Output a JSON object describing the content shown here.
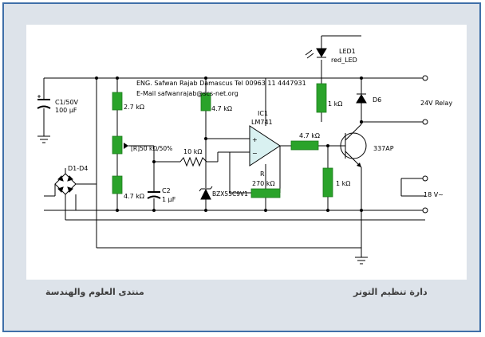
{
  "header": {
    "line1": "ENG. Safwan Rajab Damascus Tel 00963 11 4447931",
    "line2": "E-Mail safwanrajab@scs-net.org"
  },
  "components": {
    "c1": {
      "name": "C1/50V",
      "value": "100 µF"
    },
    "c2": {
      "name": "C2",
      "value": "1 µF"
    },
    "r_top_left": "2.7 kΩ",
    "pot": "[R]50 kΩ/50%",
    "r_bottom_left": "4.7 kΩ",
    "r_mid": "4.7 kΩ",
    "r_10k": "10 kΩ",
    "ic": {
      "name": "IC1",
      "part": "LM741"
    },
    "feedback": {
      "name": "R",
      "value": "270 kΩ"
    },
    "zener": "BZX55C9V1",
    "r_base": "4.7 kΩ",
    "r_be": "1 kΩ",
    "r_led": "1 kΩ",
    "led": {
      "name": "LED1",
      "part": "red_LED"
    },
    "d5": "D6",
    "transistor": "337AP",
    "bridge": "D1-D4"
  },
  "terminals": {
    "relay": "24V Relay",
    "supply": "18 V~"
  },
  "captions": {
    "left": "منتدى العلوم والهندسة",
    "right": "دارة تنظيم التوتر"
  },
  "colors": {
    "frame_border": "#3f6fa8",
    "frame_bg": "#dde3ea",
    "resistor": "#2aa32a",
    "wire": "#000000"
  }
}
